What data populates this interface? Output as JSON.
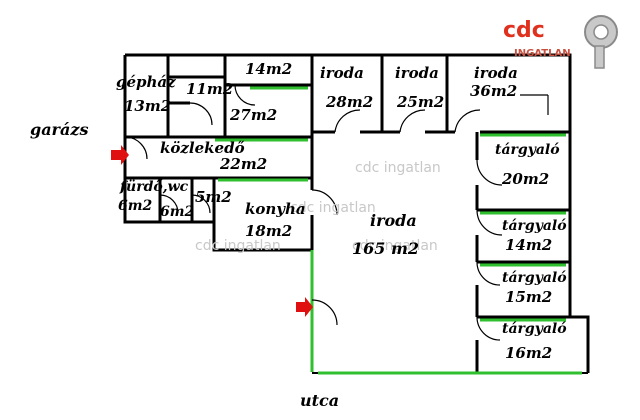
{
  "logo": {
    "brand": "cdc",
    "sub": "INGATLAN",
    "color": "#e0301e"
  },
  "outside": {
    "garage": "garázs",
    "street": "utca"
  },
  "watermarks": [
    "cdc ingatlan",
    "cdc ingatlan",
    "cdc ingatlan",
    "cdc ingatlan"
  ],
  "rooms": {
    "gephaz": {
      "name": "gépház",
      "area": "13m2"
    },
    "r11": {
      "area": "11m2"
    },
    "r14": {
      "area": "14m2"
    },
    "r27": {
      "area": "27m2"
    },
    "iroda28": {
      "name": "iroda",
      "area": "28m2"
    },
    "iroda25": {
      "name": "iroda",
      "area": "25m2"
    },
    "iroda36": {
      "name": "iroda",
      "area": "36m2"
    },
    "kozlekedo": {
      "name": "közlekedő",
      "area": "22m2"
    },
    "furdo": {
      "name": "fürdő,wc",
      "area1": "6m2",
      "area2": "6m2"
    },
    "r5": {
      "area": "5m2"
    },
    "konyha": {
      "name": "konyha",
      "area": "18m2"
    },
    "iroda165": {
      "name": "iroda",
      "area": "165 m2"
    },
    "targyalo20": {
      "name": "tárgyaló",
      "area": "20m2"
    },
    "targyalo14": {
      "name": "tárgyaló",
      "area": "14m2"
    },
    "targyalo15": {
      "name": "tárgyaló",
      "area": "15m2"
    },
    "targyalo16": {
      "name": "tárgyaló",
      "area": "16m2"
    }
  },
  "colors": {
    "wall": "#000000",
    "window": "#2fbf2f",
    "arrow": "#e01010"
  }
}
